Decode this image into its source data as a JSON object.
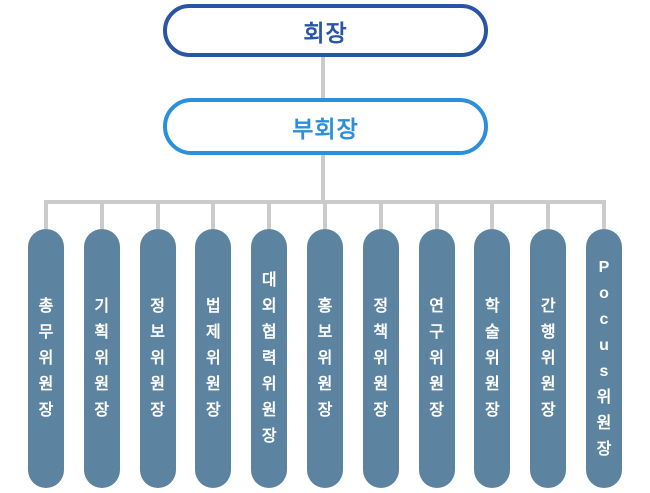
{
  "org_chart": {
    "chairman": {
      "label": "회장"
    },
    "vice_chairman": {
      "label": "부회장"
    },
    "committees": [
      {
        "label": "총무위원장"
      },
      {
        "label": "기획위원장"
      },
      {
        "label": "정보위원장"
      },
      {
        "label": "법제위원장"
      },
      {
        "label": "대외협력위원장"
      },
      {
        "label": "홍보위원장"
      },
      {
        "label": "정책위원장"
      },
      {
        "label": "연구위원장"
      },
      {
        "label": "학술위원장"
      },
      {
        "label": "간행위원장"
      },
      {
        "label": "Pocus위원장"
      }
    ],
    "colors": {
      "chairman_border": "#2A55A5",
      "chairman_text": "#2A55A5",
      "vice_chairman_border": "#2B90D9",
      "vice_chairman_text": "#2B90D9",
      "committee_fill": "#5C84A1",
      "committee_text": "#FFFFFF",
      "connector_line": "#CBCBCB"
    }
  }
}
